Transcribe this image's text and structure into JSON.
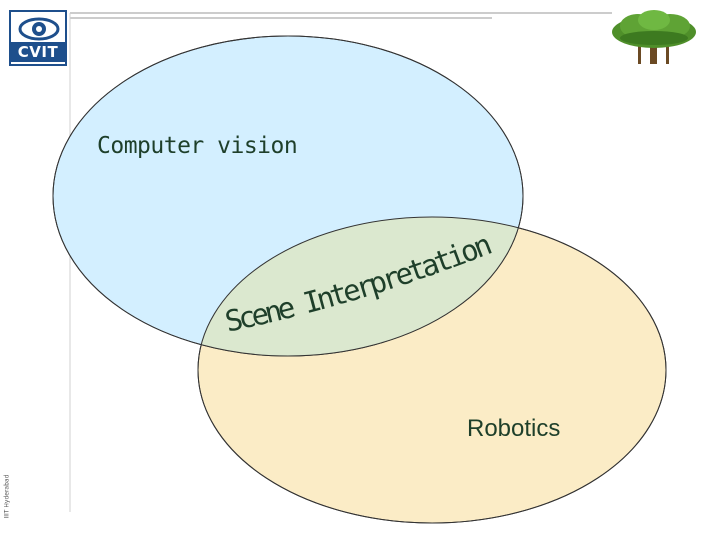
{
  "logo": {
    "text": "CVIT",
    "icon": "eye-icon"
  },
  "diagram": {
    "sets": [
      {
        "label": "Computer vision",
        "color": "#d3efff"
      },
      {
        "label": "Robotics",
        "color": "#fbecc6"
      }
    ],
    "intersection": {
      "label": "Scene Interpretation",
      "color": "#dbe8cf"
    }
  },
  "side_text": "IIIT Hyderabad",
  "decor": {
    "tree": "tree-icon",
    "text_color": "#1e3f2a"
  }
}
